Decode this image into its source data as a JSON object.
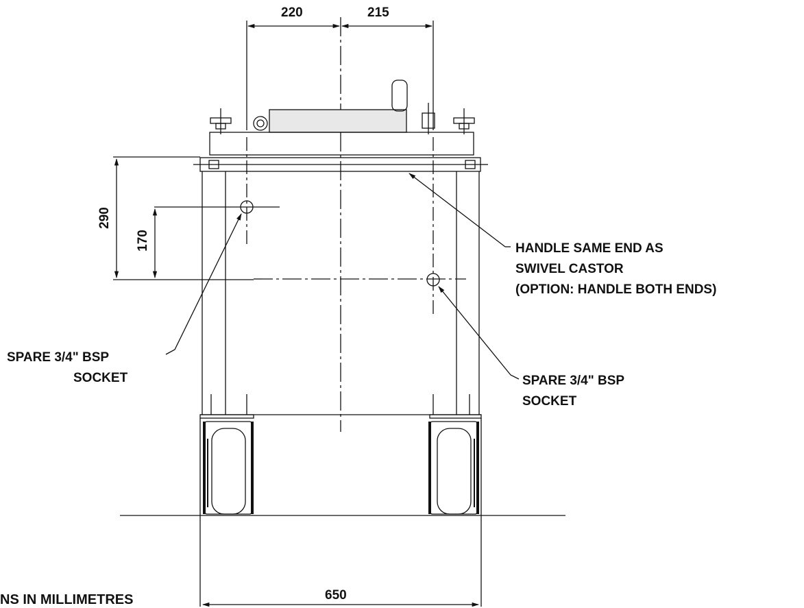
{
  "dimensions": {
    "top_left": "220",
    "top_right": "215",
    "height_outer": "290",
    "height_inner": "170",
    "width_bottom": "650"
  },
  "callouts": {
    "handle": [
      "HANDLE SAME END AS",
      "SWIVEL CASTOR",
      "(OPTION: HANDLE BOTH ENDS)"
    ],
    "socket_left": [
      "SPARE 3/4\" BSP",
      "SOCKET"
    ],
    "socket_right": [
      "SPARE 3/4\" BSP",
      "SOCKET"
    ]
  },
  "note": "NS IN MILLIMETRES"
}
